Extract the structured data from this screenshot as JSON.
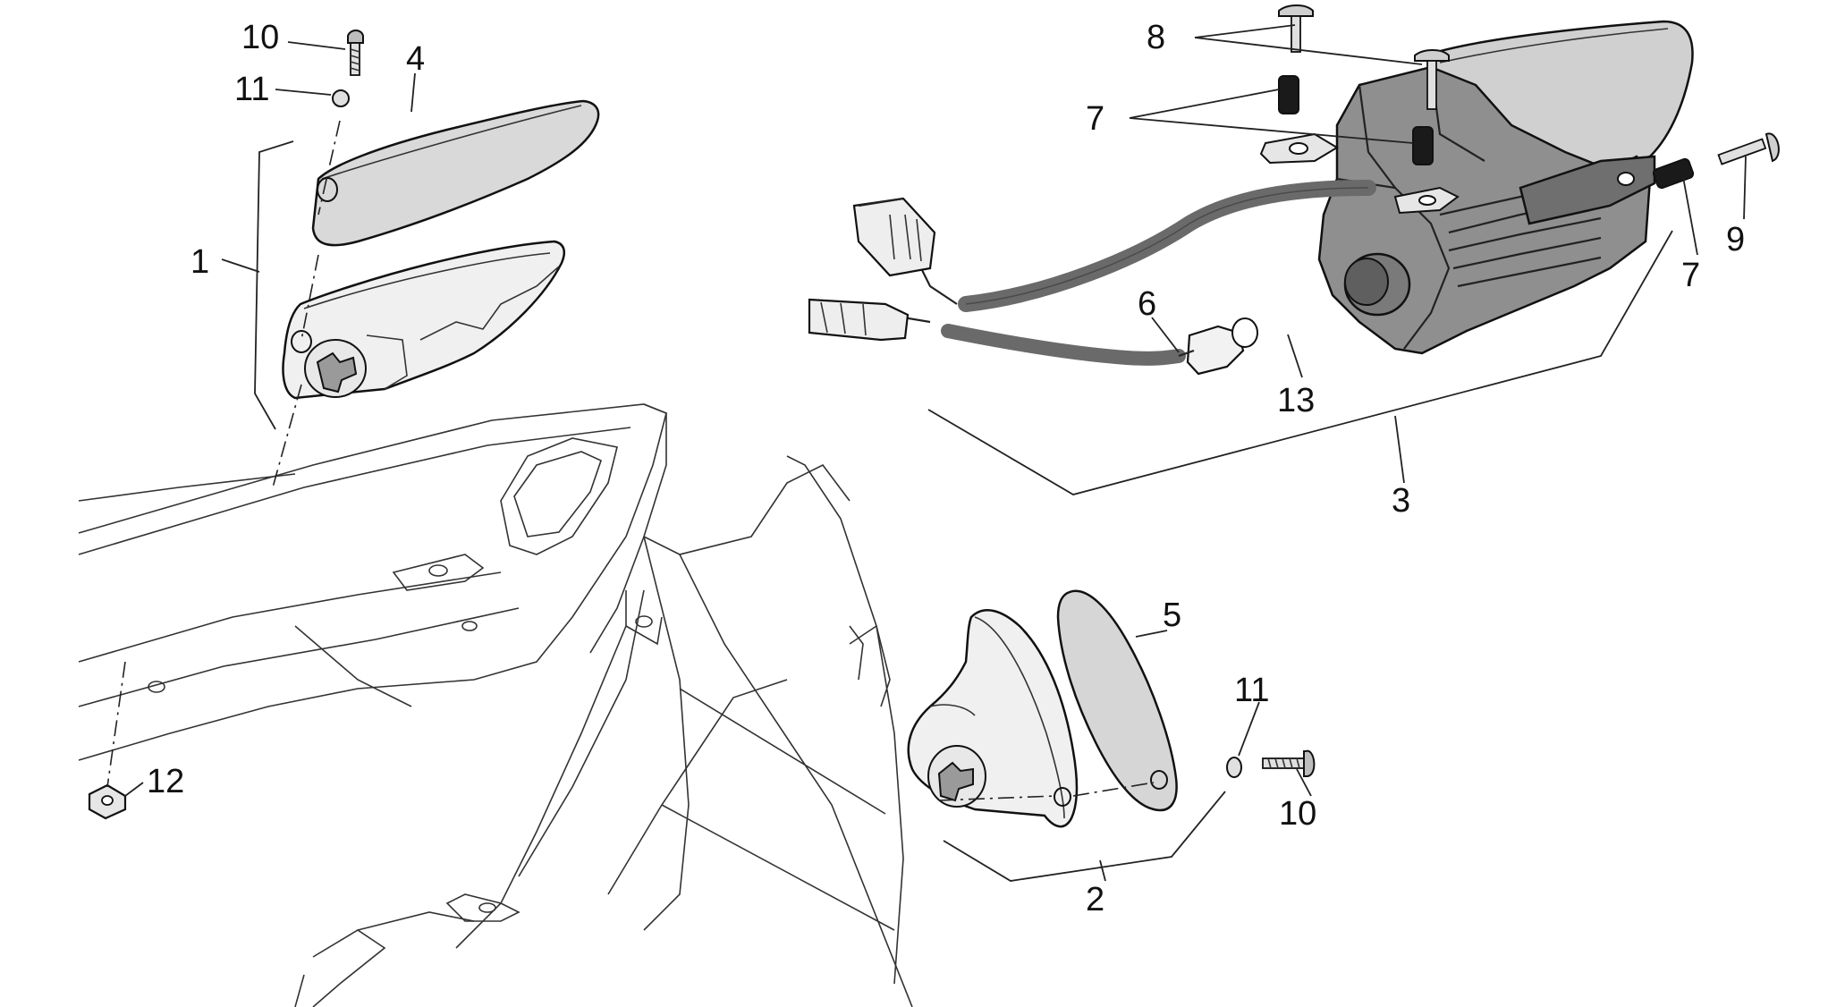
{
  "callouts": [
    {
      "id": "c10-top",
      "text": "10"
    },
    {
      "id": "c11-top",
      "text": "11"
    },
    {
      "id": "c4",
      "text": "4"
    },
    {
      "id": "c1",
      "text": "1"
    },
    {
      "id": "c12",
      "text": "12"
    },
    {
      "id": "c8",
      "text": "8"
    },
    {
      "id": "c7-top",
      "text": "7"
    },
    {
      "id": "c9",
      "text": "9"
    },
    {
      "id": "c7-right",
      "text": "7"
    },
    {
      "id": "c6",
      "text": "6"
    },
    {
      "id": "c13",
      "text": "13"
    },
    {
      "id": "c3",
      "text": "3"
    },
    {
      "id": "c5",
      "text": "5"
    },
    {
      "id": "c11-bottom",
      "text": "11"
    },
    {
      "id": "c10-bottom",
      "text": "10"
    },
    {
      "id": "c2",
      "text": "2"
    }
  ],
  "colors": {
    "line": "#222222",
    "lens_fill": "#d9d9d9",
    "housing_fill": "#8f8f8f",
    "housing_dark": "#5f5f5f",
    "cable": "#6a6a6a",
    "background": "#ffffff"
  }
}
